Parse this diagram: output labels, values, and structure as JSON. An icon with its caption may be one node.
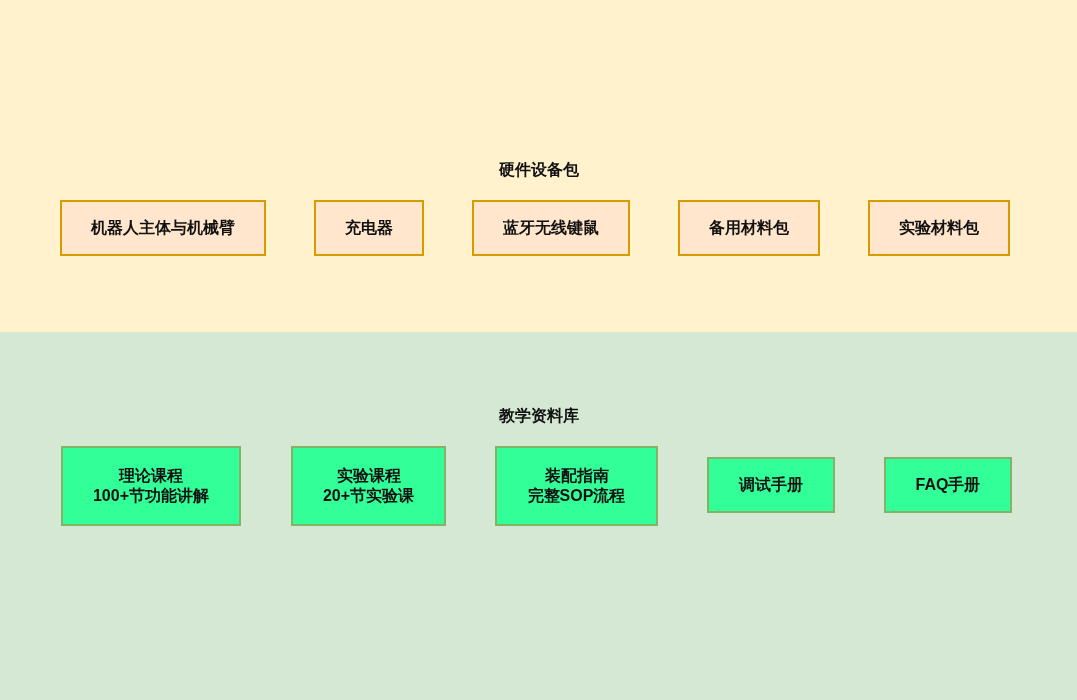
{
  "diagram": {
    "nodes": [
      {
        "text": [
          "硬件设备包"
        ]
      },
      {
        "text": [
          "机器人主体与机械臂"
        ],
        "in": 0
      },
      {
        "text": [
          "充电器"
        ],
        "in": 0
      },
      {
        "text": [
          "蓝牙无线键鼠"
        ],
        "in": 0
      },
      {
        "text": [
          "备用材料包"
        ],
        "in": 0
      },
      {
        "text": [
          "实验材料包"
        ],
        "in": 0
      },
      {
        "text": [
          "教学资料库"
        ]
      },
      {
        "text": [
          "理论课程",
          "100+节功能讲解"
        ],
        "in": 6
      },
      {
        "text": [
          "实验课程",
          "20+节实验课"
        ],
        "in": 6
      },
      {
        "text": [
          "装配指南",
          "完整SOP流程"
        ],
        "in": 6
      },
      {
        "text": [
          "调试手册"
        ],
        "in": 6
      },
      {
        "text": [
          "FAQ手册"
        ],
        "in": 6
      }
    ]
  }
}
